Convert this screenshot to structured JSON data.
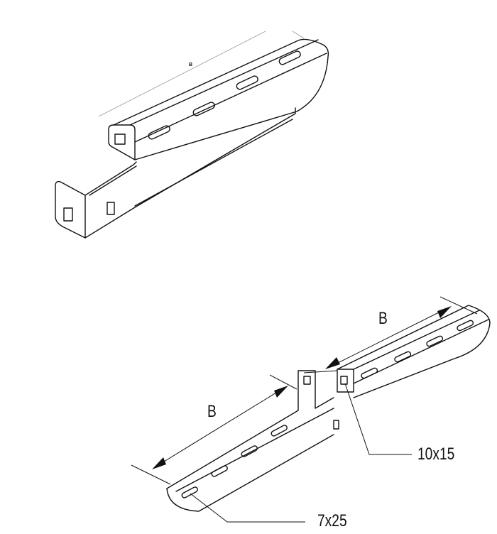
{
  "top_view": {
    "dimension_label": "B"
  },
  "bottom_view": {
    "dimension_left": "B",
    "dimension_right": "B",
    "callout_square_hole": "10x15",
    "callout_slot": "7x25"
  }
}
